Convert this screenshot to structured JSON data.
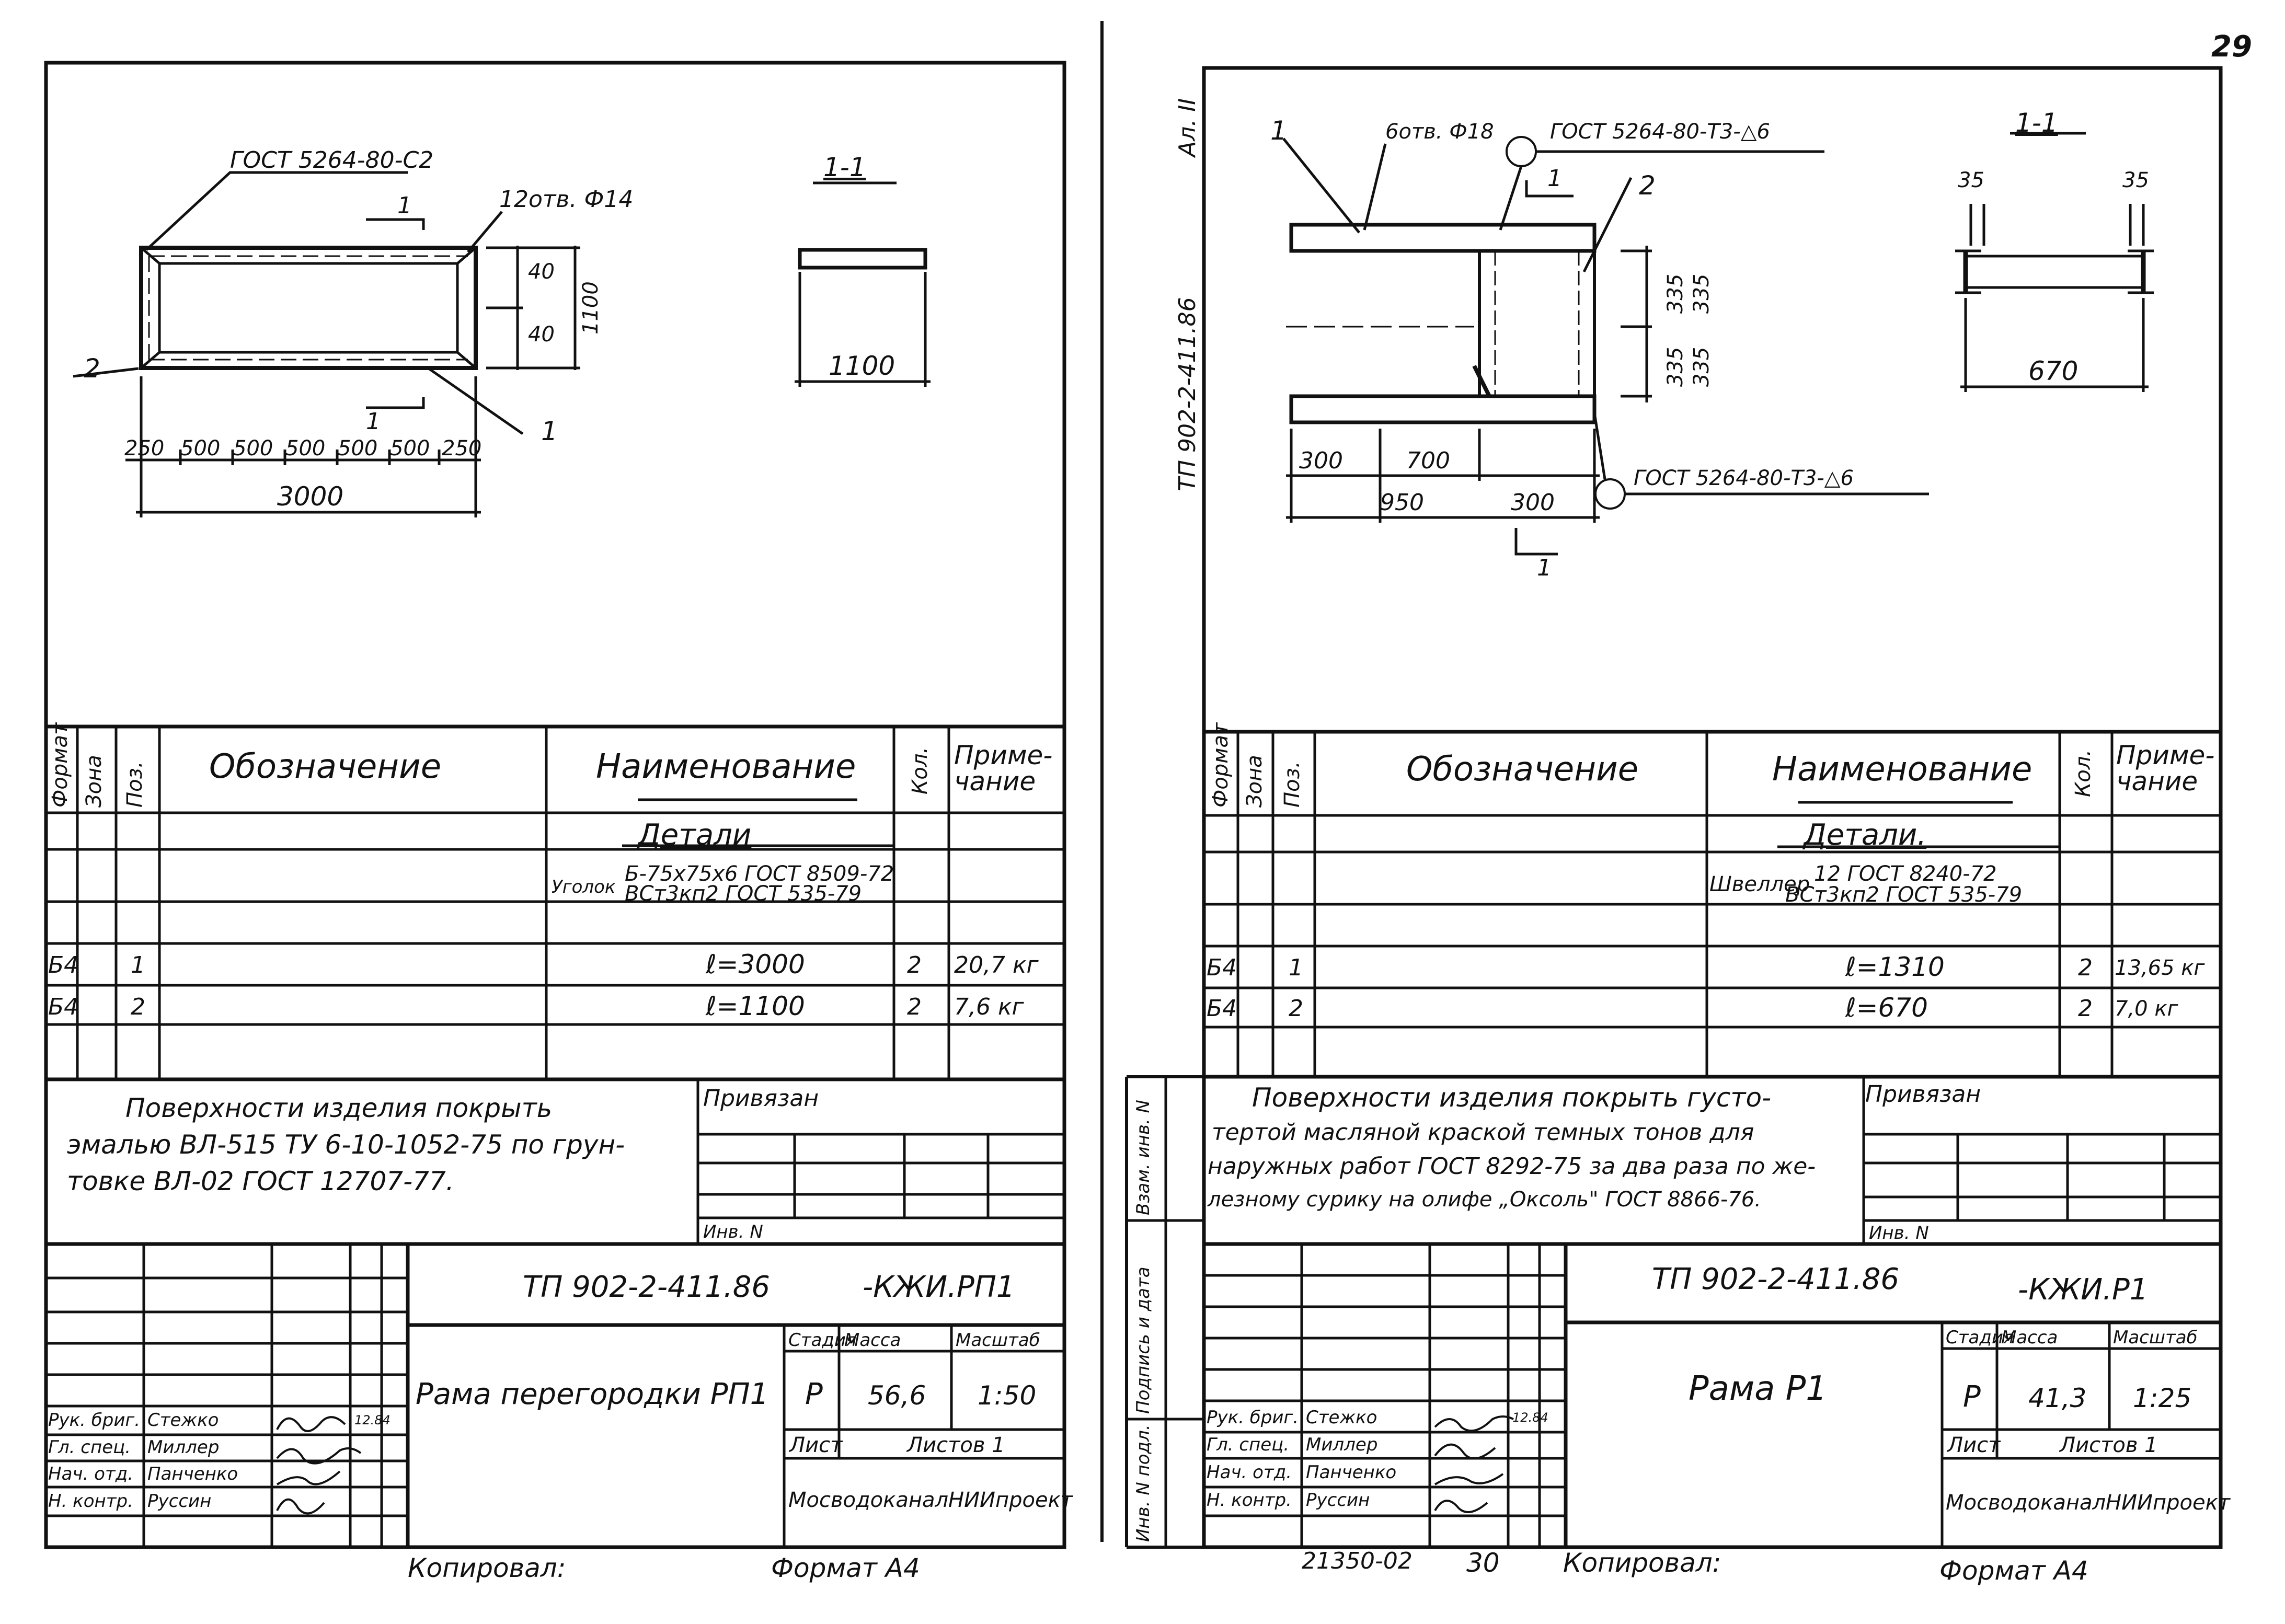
{
  "page_number": "29",
  "footer": {
    "copied_by": "Копировал:",
    "format": "Формат А4",
    "doc_no": "21350-02",
    "left_page": "30"
  },
  "left": {
    "section_mark": "1-1",
    "drawing": {
      "gost_weld": "ГОСТ 5264-80-С2",
      "holes": "12отв. Ф14",
      "cut_mark": "1",
      "dims": {
        "d40a": "40",
        "d40b": "40",
        "d1100v": "1100",
        "width_1100": "1100",
        "total_3000": "3000",
        "row": [
          "250",
          "500",
          "500",
          "500",
          "500",
          "500",
          "250"
        ]
      },
      "pos1": "1",
      "pos2": "2"
    },
    "spec": {
      "headers": {
        "format": "Формат",
        "zone": "Зона",
        "pos": "Поз.",
        "designation": "Обозначение",
        "name": "Наименование",
        "qty": "Кол.",
        "note": "Приме-чание"
      },
      "section": "Детали",
      "profile_prefix": "Уголок",
      "profile_top": "Б-75х75х6 ГОСТ 8509-72",
      "profile_bottom": "ВСт3кп2 ГОСТ 535-79",
      "rows": [
        {
          "format": "Б4",
          "pos": "1",
          "name": "ℓ=3000",
          "qty": "2",
          "note": "20,7 кг"
        },
        {
          "format": "Б4",
          "pos": "2",
          "name": "ℓ=1100",
          "qty": "2",
          "note": "7,6 кг"
        }
      ]
    },
    "note_lines": [
      "Поверхности изделия покрыть",
      "эмалью ВЛ-515 ТУ 6-10-1052-75 по грун-",
      "товке ВЛ-02 ГОСТ 12707-77."
    ],
    "privyazan": "Привязан",
    "inv": "Инв. N",
    "title_doc": "ТП 902-2-411.86",
    "title_code": "-КЖИ.РП1",
    "title_name": "Рама перегородки РП1",
    "stage_h": "Стадия",
    "mass_h": "Масса",
    "scale_h": "Масштаб",
    "stage": "Р",
    "mass": "56,6",
    "scale": "1:50",
    "sheet_l": "Лист",
    "sheets_l": "Листов 1",
    "org": "МосводоканалНИИпроект",
    "people": [
      {
        "role": "Рук. бриг.",
        "name": "Стежко",
        "date": "12.84"
      },
      {
        "role": "Гл. спец.",
        "name": "Миллер",
        "date": ""
      },
      {
        "role": "Нач. отд.",
        "name": "Панченко",
        "date": ""
      },
      {
        "role": "Н. контр.",
        "name": "Руссин",
        "date": ""
      }
    ]
  },
  "right": {
    "album": "Ал. II",
    "side_doc": "ТП 902-2-411.86",
    "section_mark": "1-1",
    "drawing": {
      "holes": "6отв. Ф18",
      "gost_top": "ГОСТ 5264-80-Т3-△6",
      "gost_bottom": "ГОСТ 5264-80-Т3-△6",
      "pos1": "1",
      "pos2": "2",
      "cut_mark": "1",
      "dims": {
        "d335a": "335",
        "d335b": "335",
        "d300a": "300",
        "d700": "700",
        "d950": "950",
        "d300b": "300",
        "d35a": "35",
        "d35b": "35",
        "d670": "670"
      }
    },
    "spec": {
      "headers": {
        "format": "Формат",
        "zone": "Зона",
        "pos": "Поз.",
        "designation": "Обозначение",
        "name": "Наименование",
        "qty": "Кол.",
        "note": "Приме-чание"
      },
      "section": "Детали.",
      "profile_prefix": "Швеллер",
      "profile_top": "12 ГОСТ 8240-72",
      "profile_bottom": "ВСт3кп2 ГОСТ 535-79",
      "rows": [
        {
          "format": "Б4",
          "pos": "1",
          "name": "ℓ=1310",
          "qty": "2",
          "note": "13,65 кг"
        },
        {
          "format": "Б4",
          "pos": "2",
          "name": "ℓ=670",
          "qty": "2",
          "note": "7,0 кг"
        }
      ]
    },
    "note_lines": [
      "Поверхности изделия покрыть густо-",
      "тертой масляной краской темных тонов для",
      "наружных работ ГОСТ 8292-75 за два раза по же-",
      "лезному сурику на олифе „Оксоль\" ГОСТ 8866-76."
    ],
    "privyazan": "Привязан",
    "inv": "Инв. N",
    "side_labels": [
      "Взам. инв. N",
      "Подпись и дата",
      "Инв. N подл."
    ],
    "title_doc": "ТП 902-2-411.86",
    "title_code": "-КЖИ.Р1",
    "title_name": "Рама Р1",
    "stage_h": "Стадия",
    "mass_h": "Масса",
    "scale_h": "Масштаб",
    "stage": "Р",
    "mass": "41,3",
    "scale": "1:25",
    "sheet_l": "Лист",
    "sheets_l": "Листов 1",
    "org": "МосводоканалНИИпроект",
    "people": [
      {
        "role": "Рук. бриг.",
        "name": "Стежко",
        "date": "12.84"
      },
      {
        "role": "Гл. спец.",
        "name": "Миллер",
        "date": ""
      },
      {
        "role": "Нач. отд.",
        "name": "Панченко",
        "date": ""
      },
      {
        "role": "Н. контр.",
        "name": "Руссин",
        "date": ""
      }
    ]
  }
}
